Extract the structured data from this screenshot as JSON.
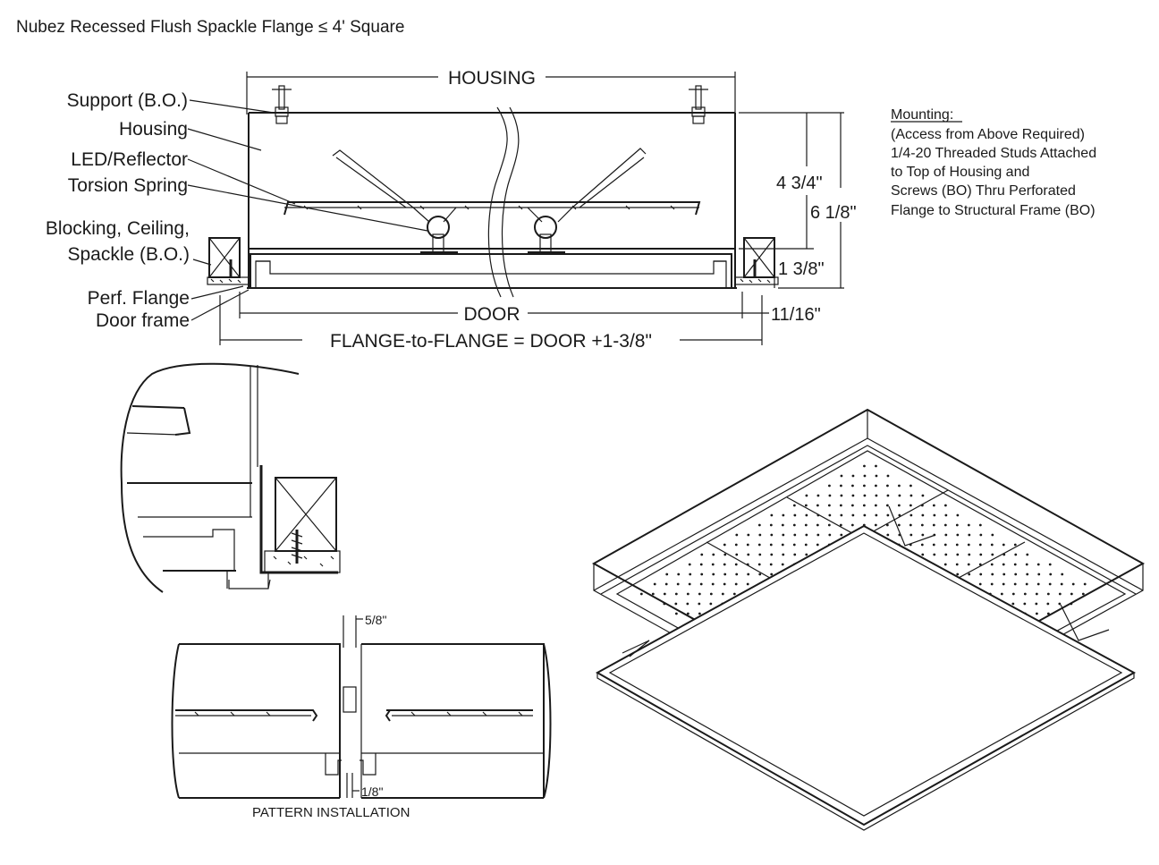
{
  "title": "Nubez Recessed Flush Spackle Flange ≤ 4' Square",
  "section": {
    "callouts": [
      "Support (B.O.)",
      "Housing",
      "LED/Reflector",
      "Torsion Spring",
      "Blocking, Ceiling,",
      "Spackle (B.O.)",
      "Perf. Flange",
      "Door frame"
    ],
    "dimensions": {
      "housing": "HOUSING",
      "door": "DOOR",
      "flange_to_flange": "FLANGE-to-FLANGE = DOOR +1-3/8\"",
      "h1": "4 3/4\"",
      "h2": "6 1/8\"",
      "h3": "1 3/8\"",
      "edge": "11/16\""
    }
  },
  "mounting": {
    "heading": "Mounting:",
    "lines": [
      "(Access from Above Required)",
      "1/4-20 Threaded Studs Attached",
      "to Top of Housing and",
      "Screws (BO) Thru Perforated",
      "Flange to Structural Frame (BO)"
    ]
  },
  "pattern": {
    "gap_top": "5/8\"",
    "gap_bottom": "1/8\"",
    "caption": "PATTERN INSTALLATION"
  }
}
